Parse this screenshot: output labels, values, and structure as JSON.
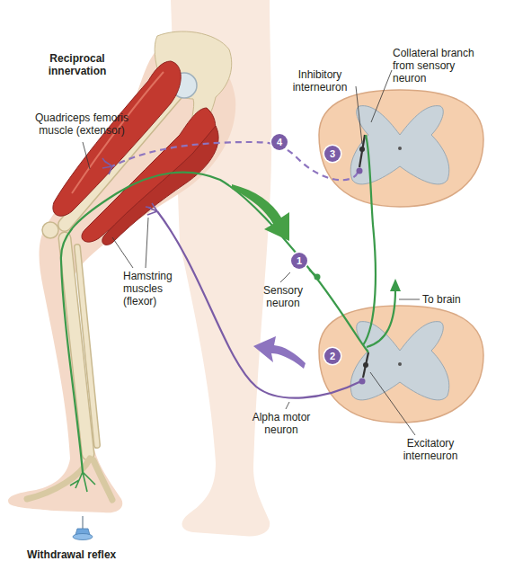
{
  "diagram": {
    "title": "Reciprocal innervation",
    "caption": "Withdrawal reflex",
    "nodes": [
      {
        "text": [
          "4"
        ]
      },
      {
        "text": [
          "3"
        ]
      },
      {
        "text": [
          "1"
        ]
      },
      {
        "text": [
          "2"
        ]
      }
    ],
    "labels": [
      "Collateral branch from sensory neuron",
      "Inhibitory interneuron",
      "Quadriceps femoris muscle (extensor)",
      "Hamstring muscles (flexor)",
      "Sensory neuron",
      "To brain",
      "Alpha motor neuron",
      "Excitatory interneuron"
    ]
  }
}
